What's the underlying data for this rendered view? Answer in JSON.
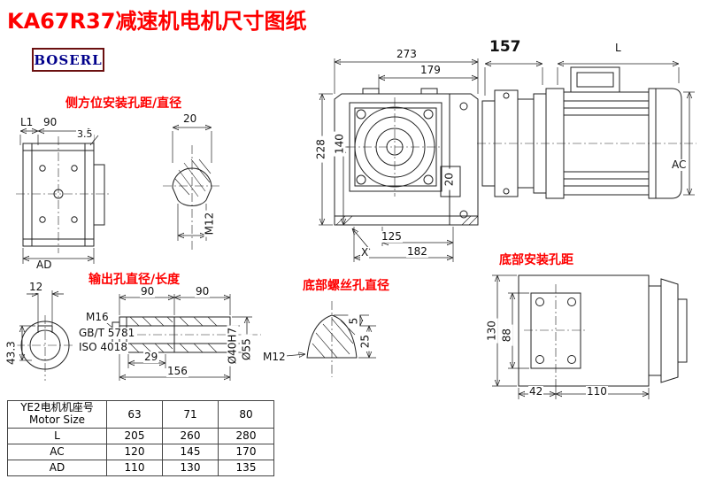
{
  "title": "KA67R37减速机电机尺寸图纸",
  "logo": "BOSERL",
  "labels": {
    "side_mount": "侧方位安装孔距/直径",
    "output_hole": "输出孔直径/长度",
    "bottom_screw": "底部螺丝孔直径",
    "bottom_mount": "底部安装孔距"
  },
  "dims": {
    "front_w": "273",
    "front_w2": "179",
    "front_h": "228",
    "front_h2": "140",
    "front_bore": "20",
    "front_foot": "125",
    "front_base": "182",
    "front_x": "X",
    "motor_off": "157",
    "motor_len": "L",
    "motor_ac": "AC",
    "side_l1": "L1",
    "side_w": "90",
    "side_t": "3.5",
    "side_ad": "AD",
    "hole_w": "20",
    "hole_thread": "M12",
    "shaft_key": "12",
    "shaft_h": "43.3",
    "out_l1": "90",
    "out_l2": "90",
    "out_thread": "M16",
    "out_std1": "GB/T 5781",
    "out_std2": "ISO 4018",
    "out_k": "29",
    "out_total": "156",
    "out_d1": "Ø40H7",
    "out_d2": "Ø55",
    "bs_thread": "M12",
    "bs_d1": "5",
    "bs_d2": "25",
    "bm_h": "130",
    "bm_h2": "88",
    "bm_w1": "42",
    "bm_w2": "110"
  },
  "table": {
    "header_cn": "YE2电机机座号",
    "header_en": "Motor Size",
    "sizes": [
      "63",
      "71",
      "80"
    ],
    "rows": [
      {
        "label": "L",
        "values": [
          "205",
          "260",
          "280"
        ]
      },
      {
        "label": "AC",
        "values": [
          "120",
          "145",
          "170"
        ]
      },
      {
        "label": "AD",
        "values": [
          "110",
          "130",
          "135"
        ]
      }
    ]
  }
}
